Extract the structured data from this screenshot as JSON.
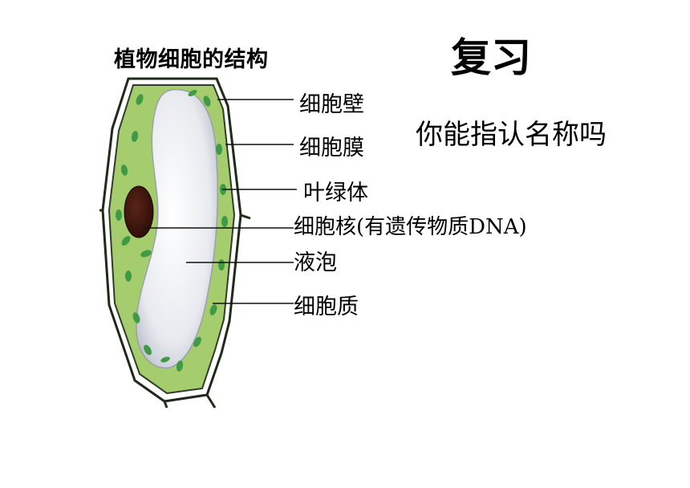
{
  "header": {
    "diagram_title": "植物细胞的结构",
    "slide_title": "复习",
    "prompt": "你能指认名称吗"
  },
  "labels": {
    "cell_wall": "细胞壁",
    "cell_membrane": "细胞膜",
    "chloroplast": "叶绿体",
    "nucleus": "细胞核(有遗传物质DNA)",
    "vacuole": "液泡",
    "cytoplasm": "细胞质"
  },
  "colors": {
    "cytoplasm": "#a5cd6e",
    "chloroplast": "#3f9a46",
    "vacuole": "#dcdfe6",
    "nucleus": "#3b1610",
    "wall": "#1e2a1a"
  }
}
